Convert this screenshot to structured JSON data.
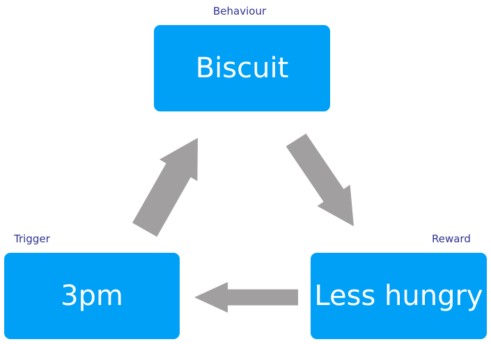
{
  "nodes": {
    "behaviour": {
      "label": "Behaviour",
      "text": "Biscuit"
    },
    "trigger": {
      "label": "Trigger",
      "text": "3pm"
    },
    "reward": {
      "label": "Reward",
      "text": "Less hungry"
    }
  },
  "colors": {
    "box_fill": "#00a0f6",
    "box_text": "#ffffff",
    "label_text": "#2e3192",
    "arrow_fill": "#a19f9f"
  },
  "edges": [
    {
      "from": "trigger",
      "to": "behaviour"
    },
    {
      "from": "behaviour",
      "to": "reward"
    },
    {
      "from": "reward",
      "to": "trigger"
    }
  ]
}
